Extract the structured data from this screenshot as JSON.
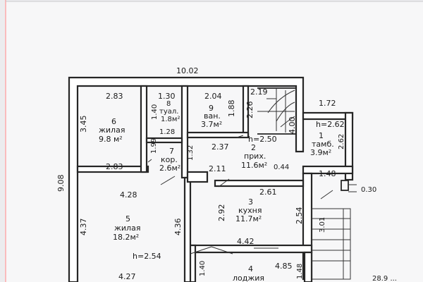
{
  "dimensions": {
    "total_width": "10.02",
    "total_height": "9.08",
    "r6_width": "2.83",
    "r6_width_b": "2.83",
    "r6_height": "3.45",
    "r8_width": "1.30",
    "r8_height": "1.40",
    "r8_height_b": "1.28",
    "r7_width": "1.99",
    "r7_height": "1.32",
    "r9_width": "2.04",
    "r9_height": "1.88",
    "stair_top": "2.19",
    "stair_side": "2.26",
    "r2_height": "4.00",
    "r2_width": "2.37",
    "r2_sub": "2.11",
    "r2_step": "0.44",
    "r1_top": "1.72",
    "r1_side": "2.62",
    "r1_bottom": "1.48",
    "porch": "0.30",
    "r5_width": "4.28",
    "r5_width_b": "4.27",
    "r5_height": "4.37",
    "r5_height_b": "4.36",
    "r3_width": "2.61",
    "r3_height": "2.92",
    "r3_height_b": "2.54",
    "r3_bottom": "4.42",
    "r4_width": "4.85",
    "r4_left": "1.40",
    "r4_right": "1.48",
    "steps_height": "3.01",
    "edge_note": "28.9 ..."
  },
  "rooms": {
    "r6": {
      "num": "6",
      "name": "жилая",
      "area": "9.8 м²"
    },
    "r8": {
      "num": "8",
      "name": "туал.",
      "area": "1.8м²"
    },
    "r9": {
      "num": "9",
      "name": "ван.",
      "area": "3.7м²"
    },
    "r7": {
      "num": "7",
      "name": "кор.",
      "area": "2.6м²"
    },
    "r2": {
      "num": "2",
      "name": "прих.",
      "area": "11.6м²",
      "height": "h=2.50"
    },
    "r1": {
      "num": "1",
      "name": "тамб.",
      "area": "3.9м²",
      "height": "h=2.62"
    },
    "r5": {
      "num": "5",
      "name": "жилая",
      "area": "18.2м²",
      "height": "h=2.54"
    },
    "r3": {
      "num": "3",
      "name": "кухня",
      "area": "11.7м²"
    },
    "r4": {
      "num": "4",
      "name": "лоджия"
    }
  }
}
